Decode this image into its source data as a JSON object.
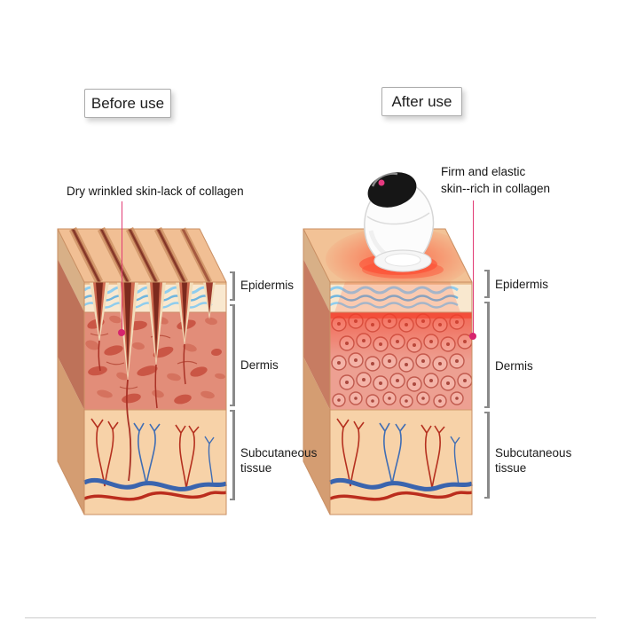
{
  "panels": {
    "before": {
      "title": "Before use",
      "annotation": "Dry wrinkled skin-lack of collagen",
      "layers": [
        {
          "label": "Epidermis"
        },
        {
          "label": "Dermis"
        },
        {
          "label": "Subcutaneous tissue"
        }
      ]
    },
    "after": {
      "title": "After use",
      "annotation_lines": [
        "Firm and elastic",
        "skin--rich in collagen"
      ],
      "layers": [
        {
          "label": "Epidermis"
        },
        {
          "label": "Dermis"
        },
        {
          "label": "Subcutaneous tissue"
        }
      ]
    }
  },
  "colors": {
    "annotation_accent": "#e23a74",
    "annotation_dot": "#d6246e",
    "bracket": "#8a8a8a",
    "beam_red": "#ff4028",
    "skin_top": "#f1bf94",
    "epidermis_band": "#f9e8cf",
    "epidermis_waves": "#7cc4e8",
    "dermis_before": "#e28d79",
    "dermis_after": "#eda092",
    "subcutaneous": "#f7d2a8",
    "vessel_red": "#bb2d1d",
    "vessel_blue": "#3a64ae",
    "device_body": "#fcfcfc",
    "device_cap": "#161616",
    "device_dot": "#e63a80"
  },
  "icons": {
    "device": "beauty-device"
  }
}
